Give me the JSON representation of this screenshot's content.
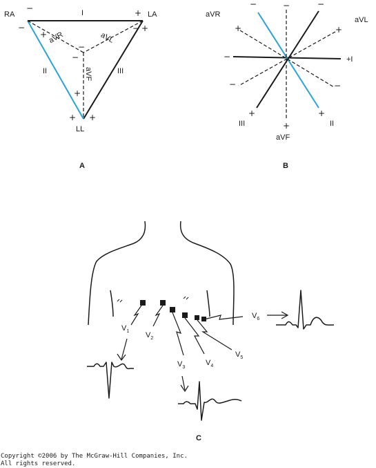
{
  "panels": {
    "a": "A",
    "b": "B",
    "c": "C"
  },
  "einthoven": {
    "vertices": {
      "ra": "RA",
      "la": "LA",
      "ll": "LL"
    },
    "leads": {
      "i": "I",
      "ii": "II",
      "iii": "III",
      "avr": "aVR",
      "avl": "aVL",
      "avf": "aVF"
    },
    "plus": "+",
    "minus": "−"
  },
  "hexaxial": {
    "leads": {
      "i": "+I",
      "ii": "II",
      "iii": "III",
      "avr": "aVR",
      "avl": "aVL",
      "avf": "aVF"
    },
    "plus": "+",
    "minus": "−"
  },
  "precordial": {
    "lead_prefix": "V",
    "leads": [
      "1",
      "2",
      "3",
      "4",
      "5",
      "6"
    ]
  },
  "colors": {
    "lead_ii": "#29a3d8",
    "ink": "#1a1a1a"
  },
  "copyright": {
    "line1": "Copyright ©2006 by The McGraw-Hill Companies, Inc.",
    "line2": "All rights reserved."
  }
}
